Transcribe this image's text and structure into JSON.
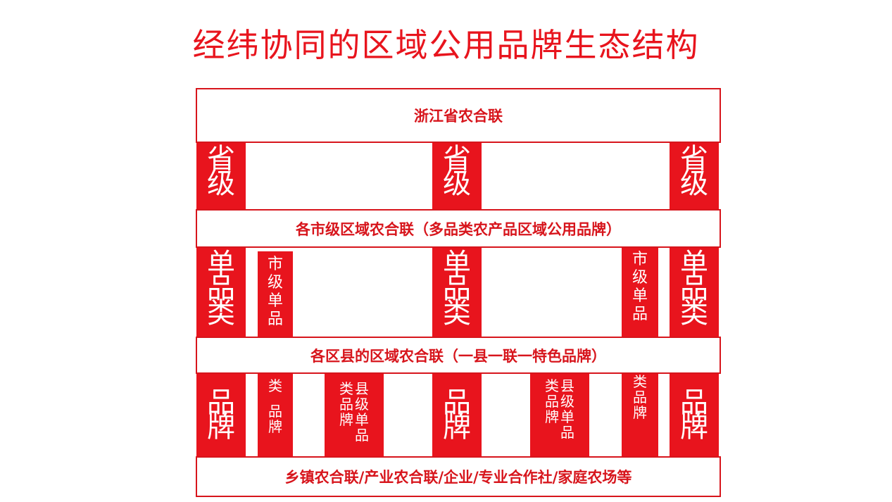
{
  "title": "经纬协同的区域公用品牌生态结构",
  "bands": {
    "province": "浙江省农合联",
    "city": "各市级区域农合联（多品类农产品区域公用品牌）",
    "county": "各区县的区域农合联（一县一联一特色品牌）",
    "base": "乡镇农合联/产业农合联/企业/专业合作社/家庭农场等"
  },
  "row1": {
    "label": "省级"
  },
  "row2": {
    "big_label": "单品类",
    "city_single": "市级单品"
  },
  "row3": {
    "big_label": "品牌",
    "outer_top": "类",
    "outer_bottom": "品牌",
    "inner_right": "县级单品",
    "inner_left": "类品牌"
  },
  "colors": {
    "accent": "#e8141d",
    "border": "#d7151c"
  }
}
